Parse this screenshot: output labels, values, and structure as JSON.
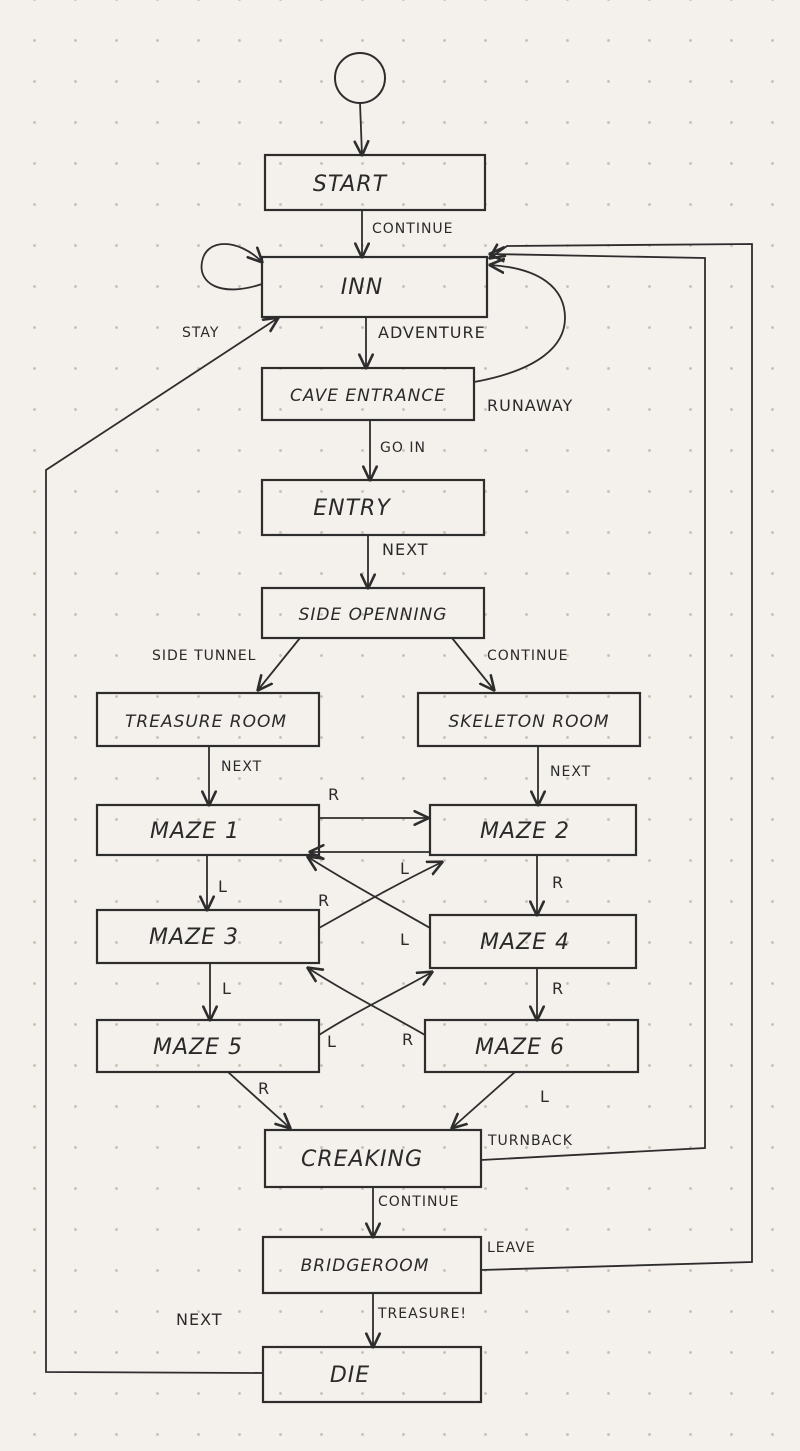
{
  "nodes": {
    "start": "START",
    "inn": "INN",
    "cave_entrance": "CAVE ENTRANCE",
    "entry": "ENTRY",
    "side_opening": "SIDE OPENNING",
    "treasure_room": "TREASURE ROOM",
    "skeleton_room": "SKELETON ROOM",
    "maze1": "MAZE 1",
    "maze2": "MAZE 2",
    "maze3": "MAZE 3",
    "maze4": "MAZE 4",
    "maze5": "MAZE 5",
    "maze6": "MAZE 6",
    "creaking": "CREAKING",
    "bridge_room": "BRIDGEROOM",
    "die": "DIE"
  },
  "edges": {
    "start_continue": "CONTINUE",
    "inn_stay": "STAY",
    "inn_adventure": "ADVENTURE",
    "cave_runaway": "RUNAWAY",
    "cave_go_in": "GO IN",
    "entry_next": "NEXT",
    "side_tunnel": "SIDE TUNNEL",
    "side_continue": "CONTINUE",
    "treasure_next": "NEXT",
    "skeleton_next": "NEXT",
    "maze1_r": "R",
    "maze1_l": "L",
    "maze2_l": "L",
    "maze2_r": "R",
    "maze3_r": "R",
    "maze3_l": "L",
    "maze4_l": "L",
    "maze4_r": "R",
    "maze5_l": "L",
    "maze6_r": "R",
    "maze5_r": "R",
    "maze6_l": "L",
    "creaking_turnback": "TURNBACK",
    "creaking_continue": "CONTINUE",
    "bridge_leave": "LEAVE",
    "bridge_treasure": "TREASURE!",
    "die_next": "NEXT"
  }
}
